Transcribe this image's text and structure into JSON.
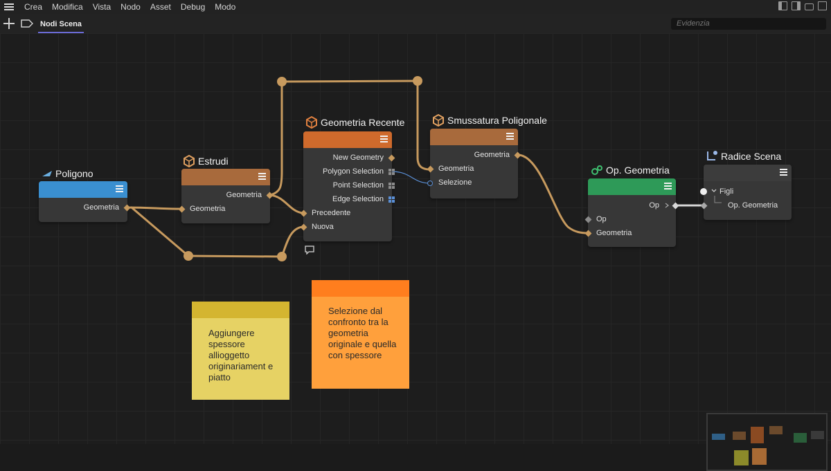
{
  "menubar": {
    "items": [
      "Crea",
      "Modifica",
      "Vista",
      "Nodo",
      "Asset",
      "Debug",
      "Modo"
    ]
  },
  "tabbar": {
    "tab_label": "Nodi Scena",
    "search_placeholder": "Evidenzia"
  },
  "colors": {
    "wire": "#c79a5e",
    "poligono": "#3a8fd0",
    "estrudi": "#a86a3c",
    "geometria_recente": "#cf6a2c",
    "smussatura": "#a86a3c",
    "op_geometria": "#2e9a58",
    "radice": "#3c3c3c",
    "note_yellow": "#e6d264",
    "note_orange": "#ffa03c"
  },
  "nodes": {
    "poligono": {
      "title": "Poligono",
      "out_geometria": "Geometria"
    },
    "estrudi": {
      "title": "Estrudi",
      "out_geometria": "Geometria",
      "in_geometria": "Geometria"
    },
    "geometria_recente": {
      "title": "Geometria Recente",
      "out_new_geometry": "New Geometry",
      "out_polygon_selection": "Polygon Selection",
      "out_point_selection": "Point Selection",
      "out_edge_selection": "Edge Selection",
      "in_precedente": "Precedente",
      "in_nuova": "Nuova"
    },
    "smussatura": {
      "title": "Smussatura Poligonale",
      "out_geometria": "Geometria",
      "in_geometria": "Geometria",
      "in_selezione": "Selezione"
    },
    "op_geometria": {
      "title": "Op. Geometria",
      "out_op": "Op",
      "in_op": "Op",
      "in_geometria": "Geometria"
    },
    "radice": {
      "title": "Radice Scena",
      "figli": "Figli",
      "child": "Op. Geometria"
    }
  },
  "notes": {
    "yellow": "Aggiungere spessore allioggetto originariament e piatto",
    "orange": "Selezione dal confronto tra la geometria originale e quella con spessore"
  },
  "icons": {
    "menu": "hamburger-icon",
    "add": "plus-icon",
    "tag": "tag-icon",
    "poligono": "triangle-icon",
    "estrudi": "cube-icon",
    "geometria_recente": "cube-icon",
    "smussatura": "cube-icon",
    "op_geometria": "gears-icon",
    "radice": "hierarchy-icon",
    "comment": "comment-icon"
  }
}
